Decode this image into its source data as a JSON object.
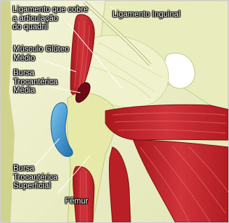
{
  "labels": {
    "ligamento_articulacao": "Ligamento que cobre\na articulação\ndo quadril",
    "ligamento_inguinal": "Ligamento Inguinal",
    "musculo_gluteo_medio": "Músculo Glúteo\nMédio",
    "bursa_trocanterica_media": "Bursa\nTrocantérica\nMédia",
    "bursa_trocanterica_superficial": "Bursa\nTrocantérica\nSuperficial",
    "femur": "Fêmur"
  },
  "colors": {
    "background": "#ffffff",
    "ligament": "#eef0c8",
    "bone": "#e3e7a8",
    "muscle": "#c8262a",
    "muscle_highlight": "#e4646a",
    "bursa_media": "#6e0a14",
    "bursa_superficial": "#3d9fd3",
    "leader_line": "#ffffff"
  }
}
